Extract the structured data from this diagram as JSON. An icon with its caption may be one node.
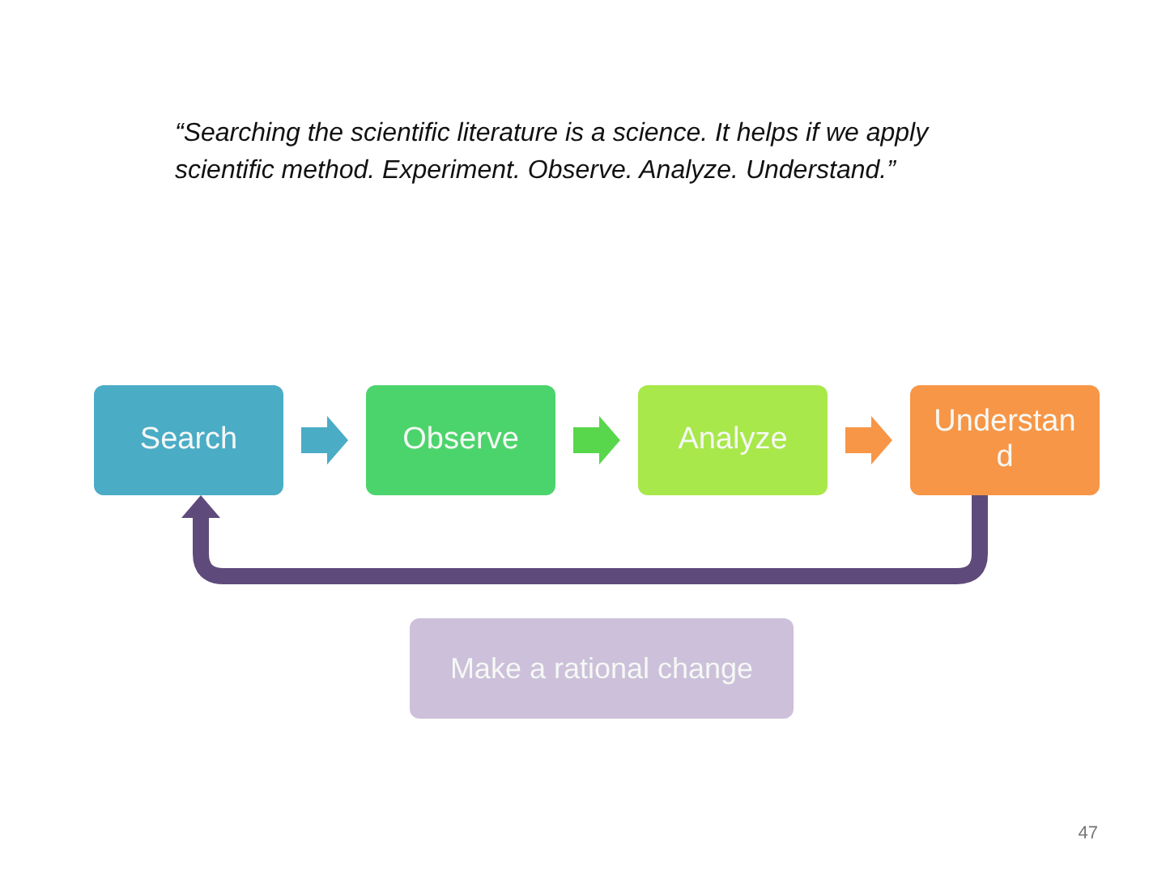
{
  "diagram": {
    "nodes": [
      {
        "text": [
          "Search"
        ]
      },
      {
        "text": [
          "Observe"
        ]
      },
      {
        "text": [
          "Analyze"
        ]
      },
      {
        "text": [
          "Understand"
        ]
      },
      {
        "text": [
          "Make a rational change"
        ]
      }
    ],
    "edges": [
      {
        "from": 0,
        "to": 1,
        "arrow": "to",
        "color": "#4bacc6"
      },
      {
        "from": 1,
        "to": 2,
        "arrow": "to",
        "color": "#58d64c"
      },
      {
        "from": 2,
        "to": 3,
        "arrow": "to",
        "color": "#f79646"
      },
      {
        "from": 3,
        "to": 0,
        "arrow": "to",
        "color": "#5f4b7b"
      }
    ],
    "labels": [
      "“Searching the scientific literature is a science. It helps if we apply scientific method. Experiment. Observe. Analyze. Understand.”",
      "47"
    ]
  }
}
